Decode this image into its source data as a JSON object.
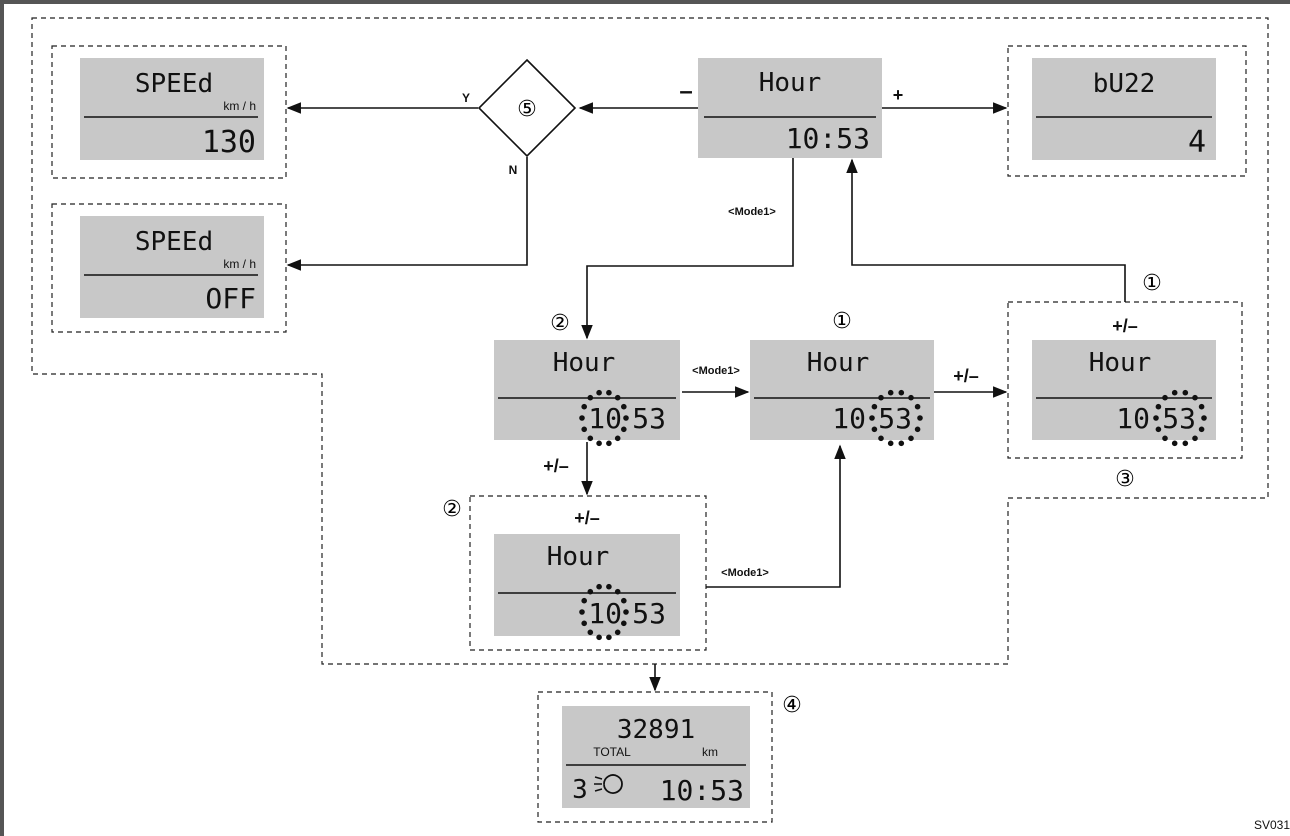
{
  "lcd_hour_label": "Hour",
  "lcd_time": "10:53",
  "lcd_time_split": [
    "10",
    "53"
  ],
  "lcd_speed_label": "SPEEd",
  "lcd_speed_unit": "km / h",
  "lcd_speed_value": "130",
  "lcd_speed_off": "OFF",
  "lcd_buzz_label": "bU22",
  "lcd_buzz_value": "4",
  "lcd_odometer": "32891",
  "lcd_total_label": "TOTAL",
  "lcd_total_unit": "km",
  "lcd_gear": "3",
  "labels": {
    "minus": "–",
    "plus": "+",
    "plus_minus": "+/–",
    "mode1": "<Mode1>",
    "yes": "Y",
    "no": "N"
  },
  "markers": {
    "m1": "①",
    "m2": "②",
    "m3": "③",
    "m4": "④",
    "m5": "⑤"
  },
  "figure_code": "SV031"
}
